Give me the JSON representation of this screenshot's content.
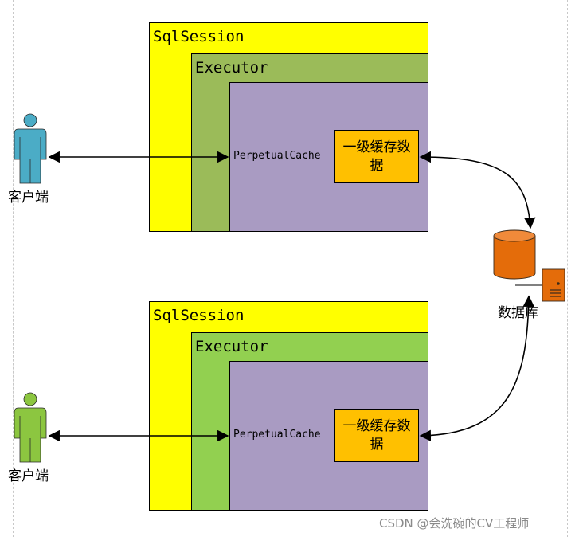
{
  "groups": [
    {
      "session_label": "SqlSession",
      "executor_label": "Executor",
      "cache_label": "PerpetualCache",
      "cache_content": "一级缓存数据",
      "client_label": "客户端",
      "executor_color": "#9bbb59",
      "client_color": "#4bacc6"
    },
    {
      "session_label": "SqlSession",
      "executor_label": "Executor",
      "cache_label": "PerpetualCache",
      "cache_content": "一级缓存数据",
      "client_label": "客户端",
      "executor_color": "#92d050",
      "client_color": "#8cc640"
    }
  ],
  "database": {
    "label": "数据库",
    "color": "#e46c0a"
  },
  "colors": {
    "session": "#ffff00",
    "perpetual_cache": "#a99bc2",
    "cache_box": "#ffc000"
  },
  "watermark": "CSDN @会洗碗的CV工程师"
}
